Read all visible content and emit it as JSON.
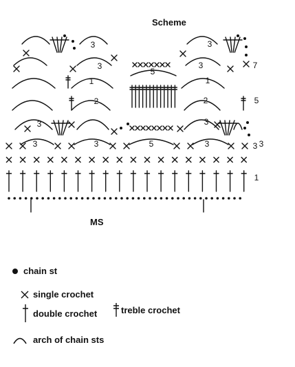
{
  "title": "Scheme",
  "ms_label": "MS",
  "diagram": {
    "arch_counts": {
      "row3": [
        "3",
        "3",
        "5",
        "3",
        "3"
      ],
      "row4": [
        "3",
        "3"
      ],
      "row5": [
        "2",
        "2"
      ],
      "row6": [
        "1",
        "1"
      ],
      "row7": [
        "3",
        "5",
        "3"
      ],
      "row8": [
        "3",
        "3"
      ]
    },
    "row_numbers": [
      "1",
      "3",
      "5",
      "7"
    ]
  },
  "legend": {
    "chain": "chain st",
    "single": "single crochet",
    "double": "double crochet",
    "treble": "treble crochet",
    "arch": "arch of chain sts"
  }
}
